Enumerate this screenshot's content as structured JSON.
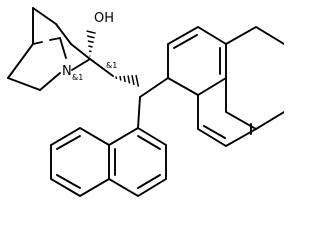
{
  "molecule": {
    "atoms": {
      "oxygen": "OH",
      "nitrogen": "N"
    },
    "stereo_labels": [
      "&1",
      "&1"
    ]
  }
}
